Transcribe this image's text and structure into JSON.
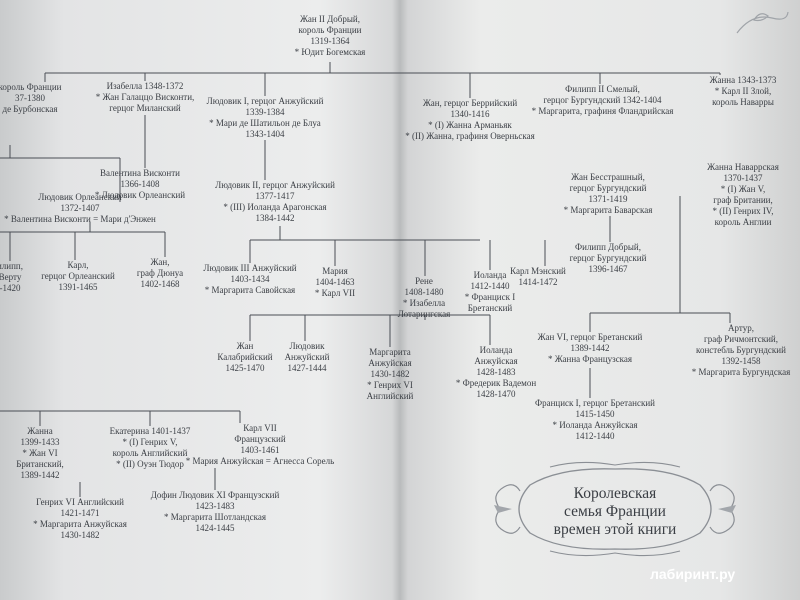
{
  "title_lines": [
    "Королевская",
    "семья Франции",
    "времен этой книги"
  ],
  "watermark": "лабиринт.ру",
  "nodes": {
    "jean2": [
      "Жан II Добрый,",
      "король Франции",
      "1319-1364",
      "* Юдит Богемская"
    ],
    "charles5": [
      "король Франции",
      "37-1380",
      "де Бурбонская"
    ],
    "isabella": [
      "Изабелла 1348-1372",
      "* Жан Галаццо Висконти,",
      "герцог Миланский"
    ],
    "louis1": [
      "Людовик I, герцог Анжуйский",
      "1339-1384",
      "* Мари де Шатильон де Блуа",
      "1343-1404"
    ],
    "valentina": [
      "Валентина Висконти",
      "1366-1408",
      "* Людовик Орлеанский"
    ],
    "louis_orl": [
      "Людовик Орлеанский",
      "1372-1407",
      "* Валентина Висконти = Мари д'Энжен"
    ],
    "louis2": [
      "Людовик II, герцог Анжуйский",
      "1377-1417",
      "* (III) Иоланда Арагонская",
      "1384-1442"
    ],
    "philippe_l": [
      "илипп,",
      "Верту",
      "-1420"
    ],
    "karl_orl": [
      "Карл,",
      "герцог Орлеанский",
      "1391-1465"
    ],
    "jean_dunois": [
      "Жан,",
      "граф Дюнуа",
      "1402-1468"
    ],
    "louis3": [
      "Людовик III Анжуйский",
      "1403-1434",
      "* Маргарита Савойская"
    ],
    "maria": [
      "Мария",
      "1404-1463",
      "* Карл VII"
    ],
    "jean_berry": [
      "Жан, герцог Беррийский",
      "1340-1416",
      "* (I) Жанна Арманьяк",
      "* (II) Жанна, графиня Оверньская"
    ],
    "philippe2": [
      "Филипп II Смелый,",
      "герцог Бургундский 1342-1404",
      "* Маргарита, графиня Фландрийская"
    ],
    "jeanne_1343": [
      "Жанна 1343-1373",
      "* Карл II Злой,",
      "король Наварры"
    ],
    "jean_fearless": [
      "Жан Бесстрашный,",
      "герцог Бургундский",
      "1371-1419",
      "* Маргарита Баварская"
    ],
    "jeanne_navarre": [
      "Жанна Наваррская",
      "1370-1437",
      "* (I) Жан V,",
      "граф Британии,",
      "* (II) Генрих IV,",
      "король Англии"
    ],
    "philippe_good": [
      "Филипп Добрый,",
      "герцог Бургундский",
      "1396-1467"
    ],
    "rene": [
      "Рене",
      "1408-1480",
      "* Изабелла",
      "Лотарингская"
    ],
    "iolanda": [
      "Иоланда",
      "1412-1440",
      "* Франциск I",
      "Бретанский"
    ],
    "karl_maine": [
      "Карл Мэнский",
      "1414-1472"
    ],
    "jean_calabria": [
      "Жан",
      "Калабрийский",
      "1425-1470"
    ],
    "louis_anjou": [
      "Людовик",
      "Анжуйский",
      "1427-1444"
    ],
    "margarita": [
      "Маргарита",
      "Анжуйская",
      "1430-1482",
      "* Генрих VI",
      "Английский"
    ],
    "iolanda2": [
      "Иоланда",
      "Анжуйская",
      "1428-1483",
      "* Фредерик Вадемон",
      "1428-1470"
    ],
    "jean6": [
      "Жан VI, герцог Бретанский",
      "1389-1442",
      "* Жанна Французская"
    ],
    "arthur": [
      "Артур,",
      "граф Ричмонтский,",
      "констебль Бургундский",
      "1392-1458",
      "* Маргарита Бургундская"
    ],
    "francis1": [
      "Франциск I, герцог Бретанский",
      "1415-1450",
      "* Иоланда Анжуйская",
      "1412-1440"
    ],
    "jeanne_1399": [
      "Жанна",
      "1399-1433",
      "* Жан VI",
      "Британский,",
      "1389-1442"
    ],
    "ekaterina": [
      "Екатерина 1401-1437",
      "* (I) Генрих V,",
      "король Английский",
      "* (II) Оуэн Тюдор"
    ],
    "charles7": [
      "Карл VII",
      "Французский",
      "1403-1461",
      "* Мария Анжуйская = Агнесса Сорель"
    ],
    "henry6": [
      "Генрих VI Английский",
      "1421-1471",
      "* Маргарита Анжуйская",
      "1430-1482"
    ],
    "louis11": [
      "Дофин Людовик XI Французский",
      "1423-1483",
      "* Маргарита Шотландская",
      "1424-1445"
    ]
  }
}
